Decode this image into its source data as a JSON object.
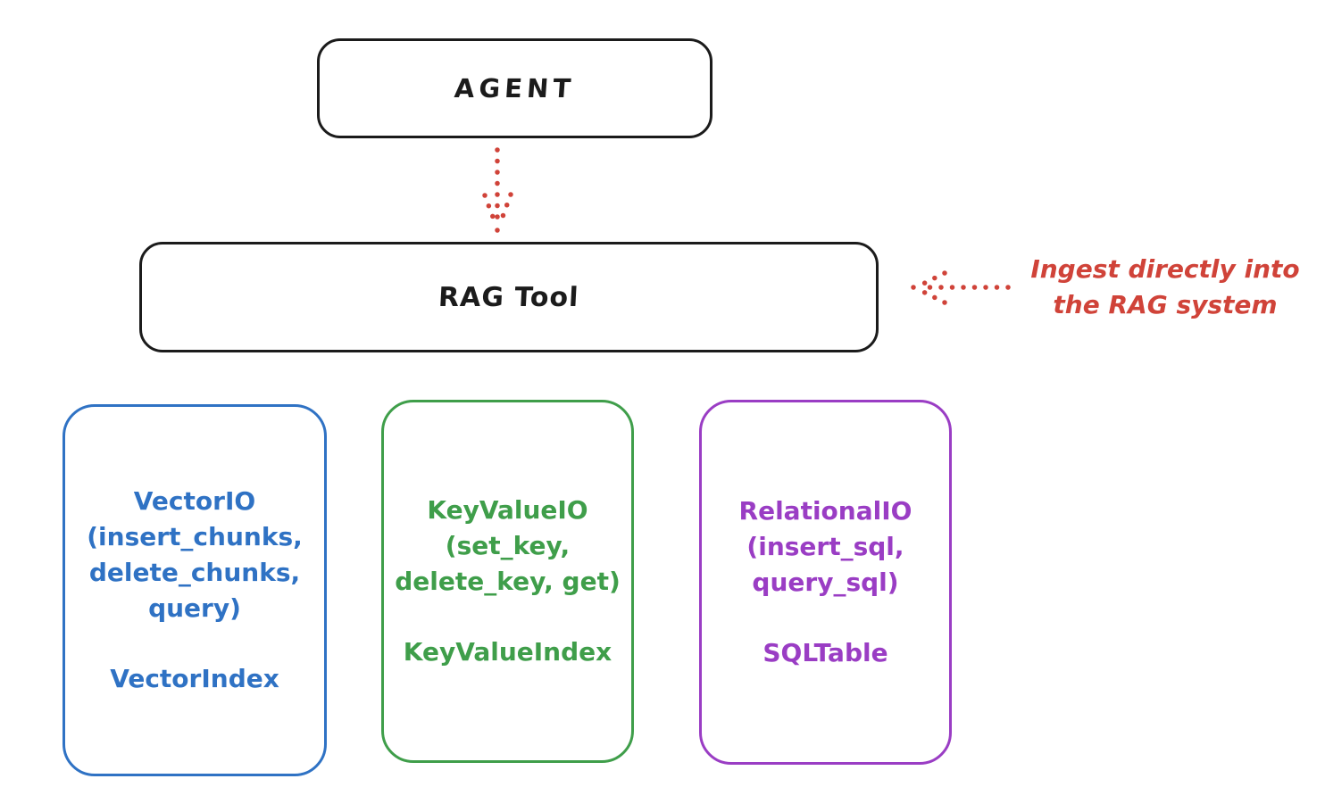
{
  "title": "RAG Tool architecture diagram",
  "colors": {
    "background": "#ffffff",
    "ink": "#1b1b1b",
    "red": "#d04339",
    "blue": "#2f72c4",
    "green": "#3f9e4a",
    "purple": "#9a3dc4"
  },
  "nodes": {
    "agent": {
      "label": "AGENT"
    },
    "rag_tool": {
      "label": "RAG Tool"
    },
    "vector_io": {
      "lines": [
        "VectorIO",
        "(insert_chunks,",
        "delete_chunks,",
        "query)"
      ],
      "index": "VectorIndex",
      "color": "#2f72c4"
    },
    "key_value_io": {
      "lines": [
        "KeyValueIO",
        "(set_key,",
        "delete_key, get)"
      ],
      "index": "KeyValueIndex",
      "color": "#3f9e4a"
    },
    "relational_io": {
      "lines": [
        "RelationalIO",
        "(insert_sql,",
        "query_sql)"
      ],
      "index": "SQLTable",
      "color": "#9a3dc4"
    }
  },
  "annotation": {
    "line1": "Ingest directly into",
    "line2": "the RAG system",
    "color": "#d04339"
  },
  "edges": [
    {
      "from": "agent",
      "to": "rag_tool",
      "style": "dotted",
      "color": "#d04339"
    },
    {
      "from": "annotation",
      "to": "rag_tool",
      "style": "dotted",
      "color": "#d04339"
    }
  ]
}
